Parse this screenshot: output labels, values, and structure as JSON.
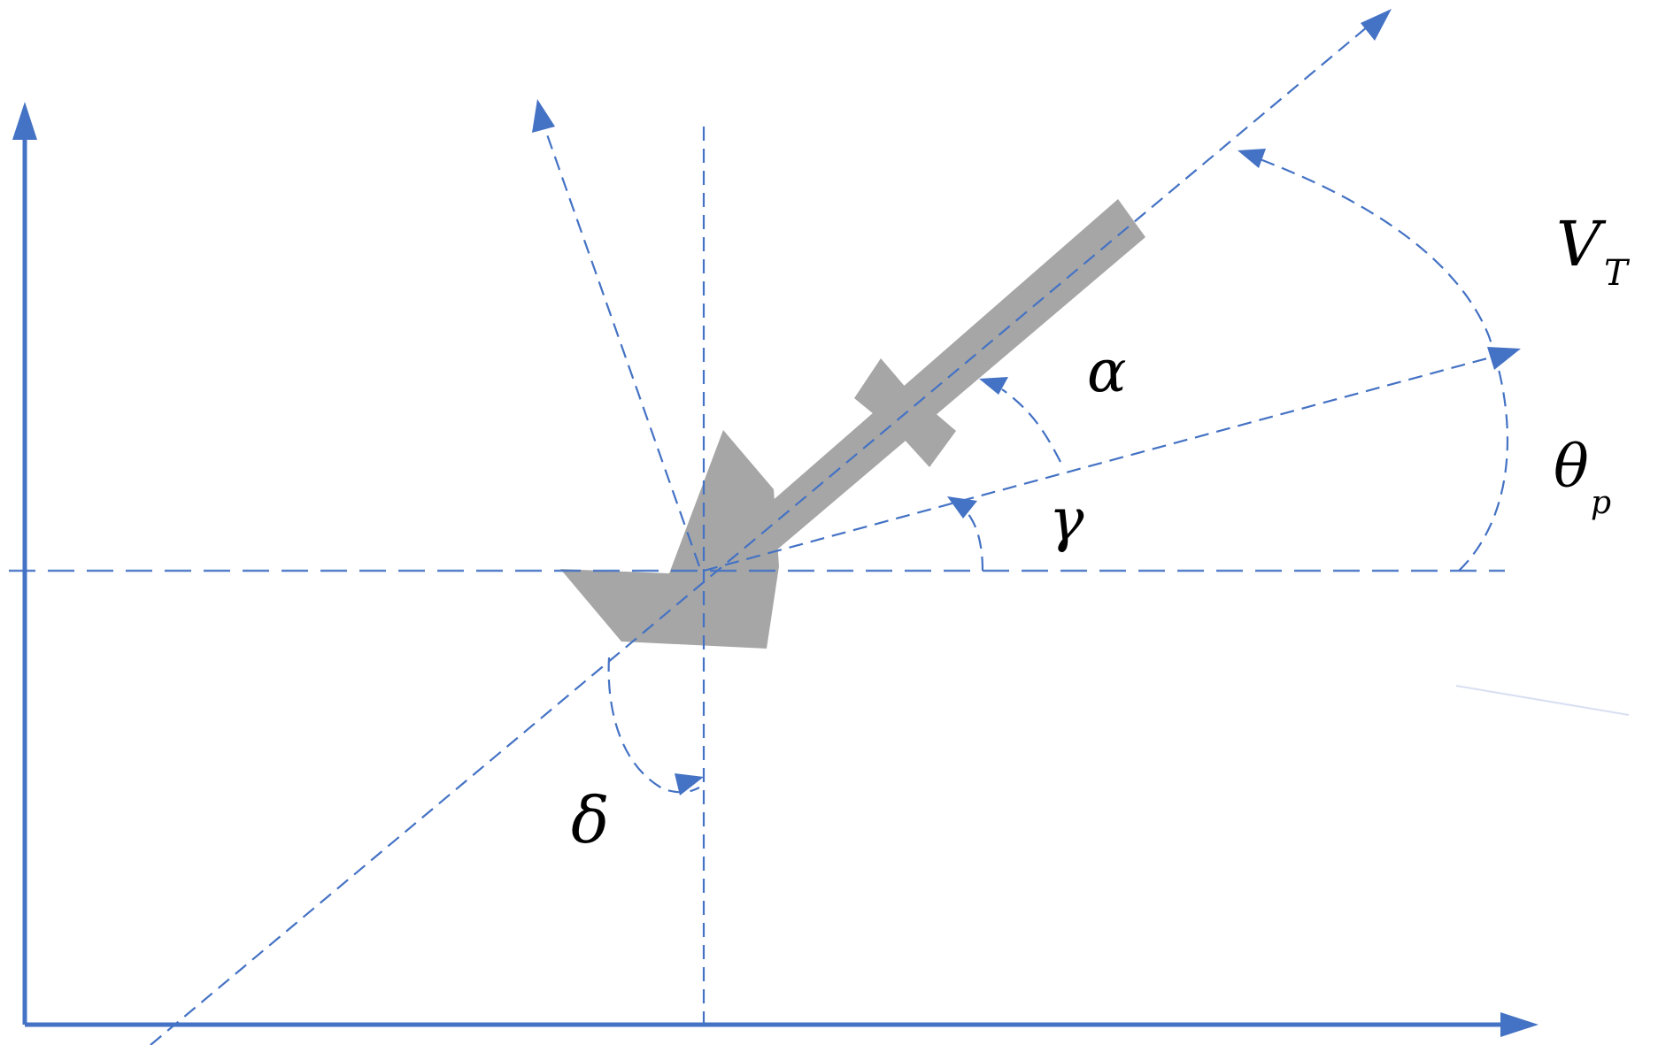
{
  "labels": {
    "alpha": "α",
    "gamma": "γ",
    "delta": "δ",
    "theta_main": "θ",
    "theta_sub": "p",
    "v_main": "V",
    "v_sub": "T"
  },
  "colors": {
    "line": "#4472C4",
    "body": "#A6A6A6"
  }
}
